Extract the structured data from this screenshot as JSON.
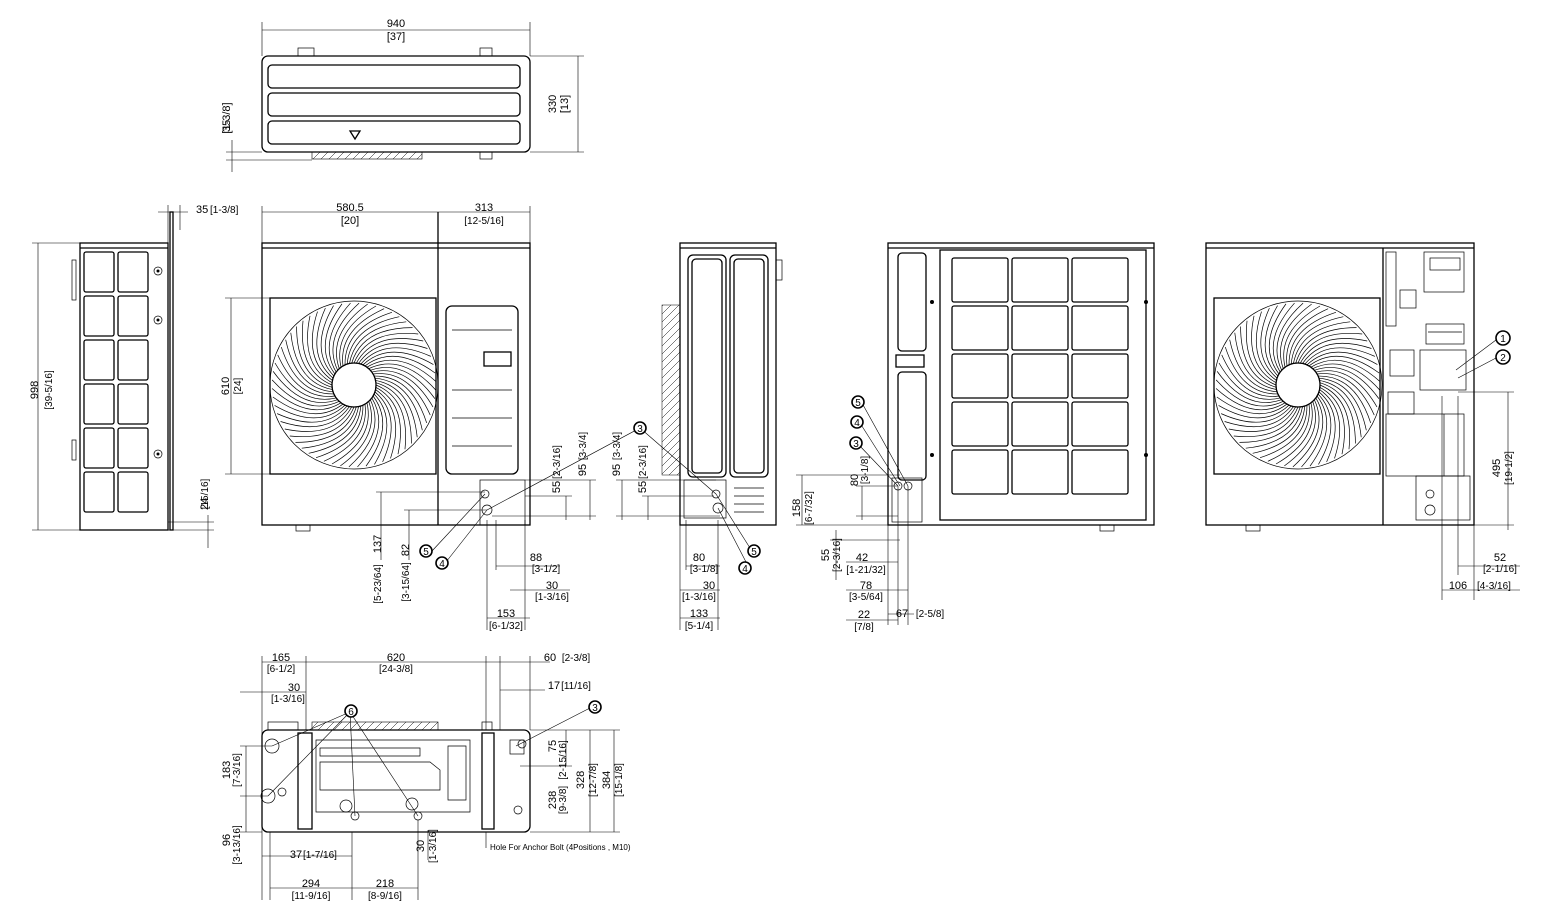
{
  "dims": {
    "top_width": "940",
    "top_width_in": "[37]",
    "top_depth": "330",
    "top_depth_in": "[13]",
    "top_offset": "35",
    "top_offset_in": "[1-3/8]",
    "side_height": "998",
    "side_height_in": "[39-5/16]",
    "side_top": "35",
    "side_top_in": "[1-3/8]",
    "side_foot": "24",
    "side_foot_in": "[15/16]",
    "front_left": "580.5",
    "front_left_in": "[20]",
    "front_right": "313",
    "front_right_in": "[12-5/16]",
    "front_fan": "610",
    "front_fan_in": "[24]",
    "f_137": "137",
    "f_137_in": "[5-23/64]",
    "f_82": "82",
    "f_82_in": "[3-15/64]",
    "f_55": "55",
    "f_55_in": "[2-3/16]",
    "f_95": "95",
    "f_95_in": "[3-3/4]",
    "f_88": "88",
    "f_88_in": "[3-1/2]",
    "f_30": "30",
    "f_30_in": "[1-3/16]",
    "f_153": "153",
    "f_153_in": "[6-1/32]",
    "r_95": "95",
    "r_95_in": "[3-3/4]",
    "r_55": "55",
    "r_55_in": "[2-3/16]",
    "r_80": "80",
    "r_80_in": "[3-1/8]",
    "r_30": "30",
    "r_30_in": "[1-3/16]",
    "r_133": "133",
    "r_133_in": "[5-1/4]",
    "b_158": "158",
    "b_158_in": "[6-7/32]",
    "b_80": "80",
    "b_80_in": "[3-1/8]",
    "b_55": "55",
    "b_55_in": "[2-3/16]",
    "b_42": "42",
    "b_42_in": "[1-21/32]",
    "b_78": "78",
    "b_78_in": "[3-5/64]",
    "b_22": "22",
    "b_22_in": "[7/8]",
    "b_67": "67",
    "b_67_in": "[2-5/8]",
    "i_495": "495",
    "i_495_in": "[19-1/2]",
    "i_52": "52",
    "i_52_in": "[2-1/16]",
    "i_106": "106",
    "i_106_in": "[4-3/16]",
    "p_165": "165",
    "p_165_in": "[6-1/2]",
    "p_620": "620",
    "p_620_in": "[24-3/8]",
    "p_60": "60",
    "p_60_in": "[2-3/8]",
    "p_30": "30",
    "p_30_in": "[1-3/16]",
    "p_17": "17",
    "p_17_in": "[11/16]",
    "p_183": "183",
    "p_183_in": "[7-3/16]",
    "p_96": "96",
    "p_96_in": "[3-13/16]",
    "p_75": "75",
    "p_75_in": "[2-15/16]",
    "p_238": "238",
    "p_238_in": "[9-3/8]",
    "p_328": "328",
    "p_328_in": "[12-7/8]",
    "p_384": "384",
    "p_384_in": "[15-1/8]",
    "p_37": "37",
    "p_37_in": "[1-7/16]",
    "p_30b": "30",
    "p_30b_in": "[1-3/16]",
    "p_294": "294",
    "p_294_in": "[11-9/16]",
    "p_218": "218",
    "p_218_in": "[8-9/16]"
  },
  "callouts": {
    "c1": "1",
    "c2": "2",
    "c3": "3",
    "c4": "4",
    "c5": "5",
    "c6": "6"
  },
  "anchor_note": "Hole For Anchor Bolt (4Positions , M10)"
}
